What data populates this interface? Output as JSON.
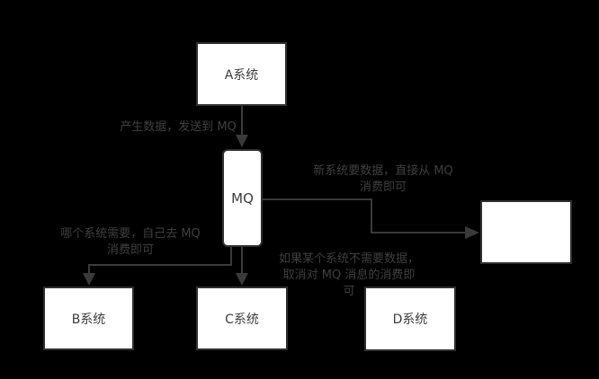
{
  "diagram": {
    "title_hint": "MQ publish-subscribe decoupling diagram",
    "nodes": {
      "a": {
        "label": "A系统"
      },
      "mq": {
        "label": "MQ"
      },
      "b": {
        "label": "B系统"
      },
      "c": {
        "label": "C系统"
      },
      "d": {
        "label": "D系统"
      },
      "new_system": {
        "label": ""
      }
    },
    "annotations": {
      "produce": "产生数据，发送到 MQ",
      "new_consume": "新系统要数据，直接从 MQ\n消费即可",
      "which": "哪个系统需要，自己去 MQ\n消费即可",
      "cancel": "如果某个系统不需要数据，\n取消对 MQ 消息的消费即\n可"
    },
    "colors": {
      "background": "#000000",
      "node_fill": "#ffffff",
      "node_border": "#2f2f2f",
      "node_text": "#3d3d3d",
      "line": "#3a3a3a",
      "annotation_text": "#3f3f3f"
    }
  }
}
